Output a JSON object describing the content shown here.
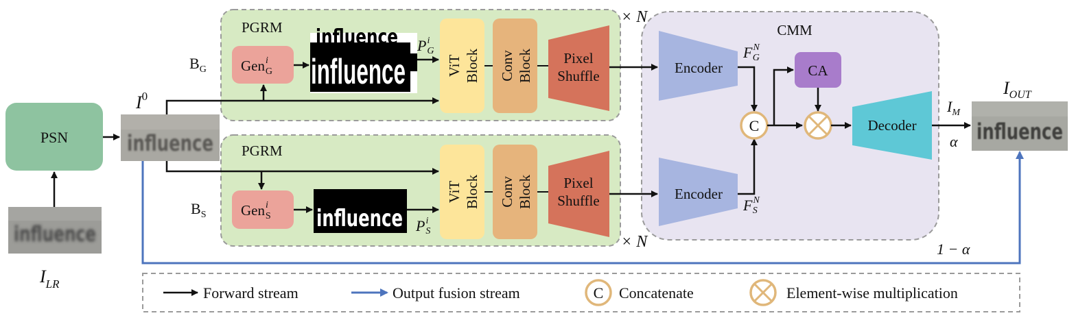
{
  "colors": {
    "pgrm_bg": "#d7eac3",
    "cmm_bg": "#e8e4f1",
    "psn": "#8ec3a0",
    "gen": "#eba39a",
    "vit": "#fde59a",
    "conv": "#e6b47c",
    "pixel": "#d5735b",
    "encoder": "#a7b5e0",
    "decoder": "#5ec8d6",
    "ca": "#a87ccb",
    "circle_stroke": "#e0b77a",
    "forward": "#111111",
    "fusion": "#4d74bd"
  },
  "labels": {
    "psn": "PSN",
    "i_lr_main": "I",
    "i_lr_sub": "LR",
    "i0_main": "I",
    "i0_sup": "0",
    "pgrm_top": "PGRM",
    "pgrm_bottom": "PGRM",
    "bg_main": "B",
    "bg_sub": "G",
    "bs_main": "B",
    "bs_sub": "S",
    "gen_g_main": "Gen",
    "gen_g_sup": "i",
    "gen_g_sub": "G",
    "gen_s_main": "Gen",
    "gen_s_sup": "i",
    "gen_s_sub": "S",
    "pg_main": "P",
    "pg_sup": "i",
    "pg_sub": "G",
    "ps_main": "P",
    "ps_sup": "i",
    "ps_sub": "S",
    "vit_1": "ViT",
    "vit_2": "Block",
    "conv_1": "Conv",
    "conv_2": "Block",
    "pixel_1": "Pixel",
    "pixel_2": "Shuffle",
    "times_n_top": "× N",
    "times_n_bottom": "× N",
    "cmm": "CMM",
    "encoder_top": "Encoder",
    "encoder_bottom": "Encoder",
    "fg_main": "F",
    "fg_sup": "N",
    "fg_sub": "G",
    "fs_main": "F",
    "fs_sup": "N",
    "fs_sub": "S",
    "ca": "CA",
    "concat_symbol": "C",
    "decoder": "Decoder",
    "im_main": "I",
    "im_sub": "M",
    "alpha": "α",
    "one_minus_alpha": "1 − α",
    "iout_main": "I",
    "iout_sub": "OUT",
    "sample_word": "influence"
  },
  "legend": {
    "forward": "Forward stream",
    "fusion": "Output fusion stream",
    "concat_symbol": "C",
    "concat": "Concatenate",
    "multiply": "Element-wise multiplication"
  }
}
